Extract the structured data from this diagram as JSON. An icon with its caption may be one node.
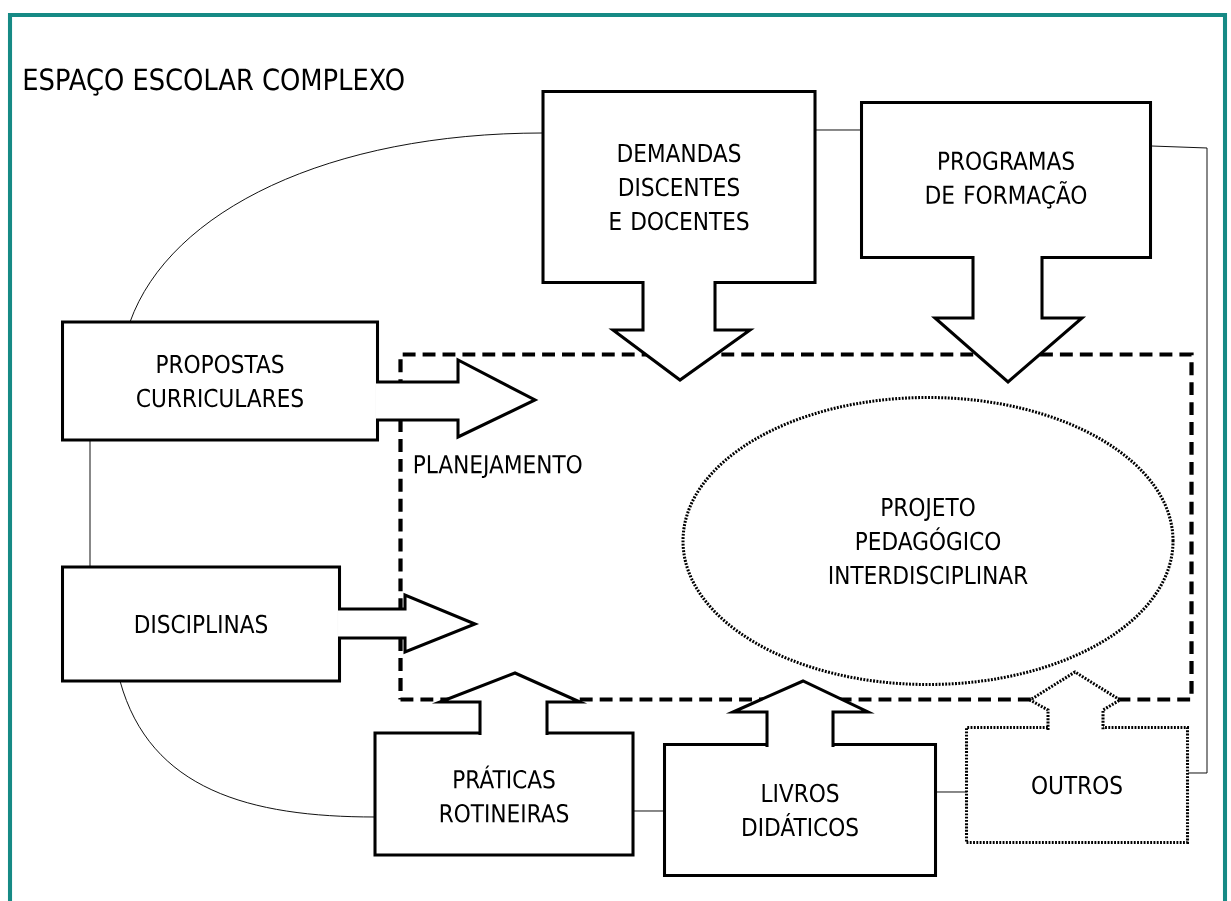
{
  "diagram": {
    "title": "ESPAÇO ESCOLAR COMPLEXO",
    "nodes": [
      {
        "text": [
          "DEMANDAS DISCENTES E DOCENTES"
        ]
      },
      {
        "text": [
          "PROGRAMAS DE FORMAÇÃO"
        ]
      },
      {
        "text": [
          "PROPOSTAS CURRICULARES"
        ]
      },
      {
        "text": [
          "PLANEJAMENTO"
        ]
      },
      {
        "text": [
          "PROJETO PEDAGÓGICO INTERDISCIPLINAR"
        ],
        "in": 3
      },
      {
        "text": [
          "DISCIPLINAS"
        ]
      },
      {
        "text": [
          "PRÁTICAS ROTINEIRAS"
        ]
      },
      {
        "text": [
          "LIVROS DIDÁTICOS"
        ]
      },
      {
        "text": [
          "OUTROS"
        ]
      }
    ],
    "edges": [
      {
        "from": 0,
        "to": 3,
        "arrow": "to",
        "style": "thick"
      },
      {
        "from": 1,
        "to": 3,
        "arrow": "to",
        "style": "thick"
      },
      {
        "from": 2,
        "to": 3,
        "arrow": "to",
        "style": "thick"
      },
      {
        "from": 5,
        "to": 3,
        "arrow": "to",
        "style": "thick"
      },
      {
        "from": 6,
        "to": 3,
        "arrow": "to",
        "style": "thick"
      },
      {
        "from": 7,
        "to": 4,
        "arrow": "to",
        "style": "thick"
      },
      {
        "from": 8,
        "to": 4,
        "arrow": "to",
        "style": "dashed"
      },
      {
        "from": 2,
        "to": 0,
        "arrow": "none"
      },
      {
        "from": 0,
        "to": 1,
        "arrow": "none"
      },
      {
        "from": 1,
        "to": 8,
        "arrow": "none"
      },
      {
        "from": 2,
        "to": 5,
        "arrow": "none"
      },
      {
        "from": 5,
        "to": 6,
        "arrow": "none"
      },
      {
        "from": 6,
        "to": 7,
        "arrow": "none"
      },
      {
        "from": 7,
        "to": 8,
        "arrow": "none"
      }
    ]
  }
}
